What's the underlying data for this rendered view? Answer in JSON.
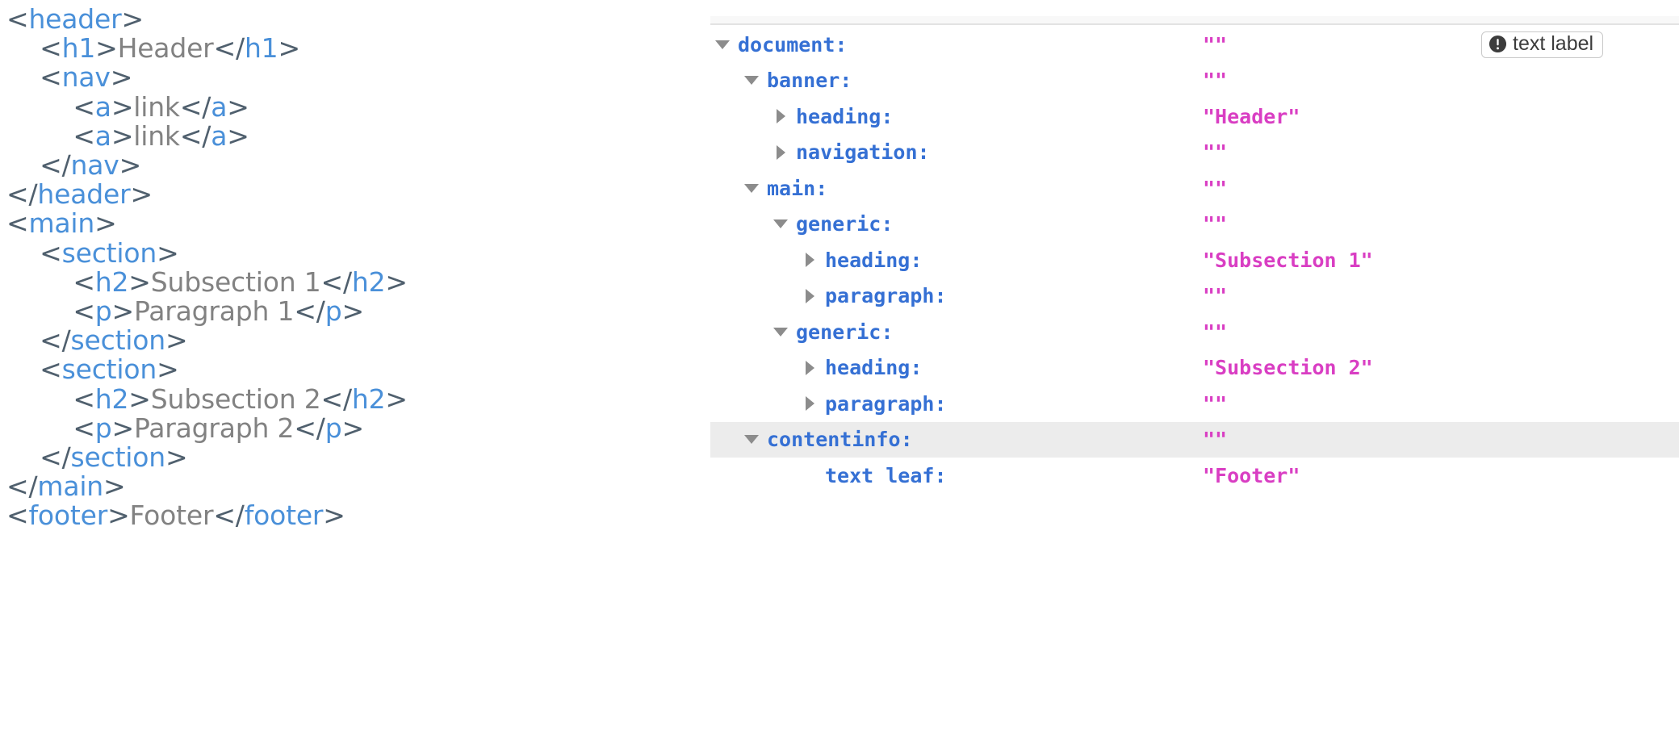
{
  "code_pane": {
    "language": "html",
    "lines": [
      [
        {
          "t": "punct",
          "s": "<"
        },
        {
          "t": "tag",
          "s": "header"
        },
        {
          "t": "punct",
          "s": ">"
        }
      ],
      [
        {
          "t": "punct",
          "s": "    <"
        },
        {
          "t": "tag",
          "s": "h1"
        },
        {
          "t": "punct",
          "s": ">"
        },
        {
          "t": "txt",
          "s": "Header"
        },
        {
          "t": "punct",
          "s": "</"
        },
        {
          "t": "tag",
          "s": "h1"
        },
        {
          "t": "punct",
          "s": ">"
        }
      ],
      [
        {
          "t": "punct",
          "s": "    <"
        },
        {
          "t": "tag",
          "s": "nav"
        },
        {
          "t": "punct",
          "s": ">"
        }
      ],
      [
        {
          "t": "punct",
          "s": "        <"
        },
        {
          "t": "tag",
          "s": "a"
        },
        {
          "t": "punct",
          "s": ">"
        },
        {
          "t": "txt",
          "s": "link"
        },
        {
          "t": "punct",
          "s": "</"
        },
        {
          "t": "tag",
          "s": "a"
        },
        {
          "t": "punct",
          "s": ">"
        }
      ],
      [
        {
          "t": "punct",
          "s": "        <"
        },
        {
          "t": "tag",
          "s": "a"
        },
        {
          "t": "punct",
          "s": ">"
        },
        {
          "t": "txt",
          "s": "link"
        },
        {
          "t": "punct",
          "s": "</"
        },
        {
          "t": "tag",
          "s": "a"
        },
        {
          "t": "punct",
          "s": ">"
        }
      ],
      [
        {
          "t": "punct",
          "s": "    </"
        },
        {
          "t": "tag",
          "s": "nav"
        },
        {
          "t": "punct",
          "s": ">"
        }
      ],
      [
        {
          "t": "punct",
          "s": "</"
        },
        {
          "t": "tag",
          "s": "header"
        },
        {
          "t": "punct",
          "s": ">"
        }
      ],
      [
        {
          "t": "punct",
          "s": "<"
        },
        {
          "t": "tag",
          "s": "main"
        },
        {
          "t": "punct",
          "s": ">"
        }
      ],
      [
        {
          "t": "punct",
          "s": "    <"
        },
        {
          "t": "tag",
          "s": "section"
        },
        {
          "t": "punct",
          "s": ">"
        }
      ],
      [
        {
          "t": "punct",
          "s": "        <"
        },
        {
          "t": "tag",
          "s": "h2"
        },
        {
          "t": "punct",
          "s": ">"
        },
        {
          "t": "txt",
          "s": "Subsection 1"
        },
        {
          "t": "punct",
          "s": "</"
        },
        {
          "t": "tag",
          "s": "h2"
        },
        {
          "t": "punct",
          "s": ">"
        }
      ],
      [
        {
          "t": "punct",
          "s": "        <"
        },
        {
          "t": "tag",
          "s": "p"
        },
        {
          "t": "punct",
          "s": ">"
        },
        {
          "t": "txt",
          "s": "Paragraph 1"
        },
        {
          "t": "punct",
          "s": "</"
        },
        {
          "t": "tag",
          "s": "p"
        },
        {
          "t": "punct",
          "s": ">"
        }
      ],
      [
        {
          "t": "punct",
          "s": "    </"
        },
        {
          "t": "tag",
          "s": "section"
        },
        {
          "t": "punct",
          "s": ">"
        }
      ],
      [
        {
          "t": "punct",
          "s": "    <"
        },
        {
          "t": "tag",
          "s": "section"
        },
        {
          "t": "punct",
          "s": ">"
        }
      ],
      [
        {
          "t": "punct",
          "s": "        <"
        },
        {
          "t": "tag",
          "s": "h2"
        },
        {
          "t": "punct",
          "s": ">"
        },
        {
          "t": "txt",
          "s": "Subsection 2"
        },
        {
          "t": "punct",
          "s": "</"
        },
        {
          "t": "tag",
          "s": "h2"
        },
        {
          "t": "punct",
          "s": ">"
        }
      ],
      [
        {
          "t": "punct",
          "s": "        <"
        },
        {
          "t": "tag",
          "s": "p"
        },
        {
          "t": "punct",
          "s": ">"
        },
        {
          "t": "txt",
          "s": "Paragraph 2"
        },
        {
          "t": "punct",
          "s": "</"
        },
        {
          "t": "tag",
          "s": "p"
        },
        {
          "t": "punct",
          "s": ">"
        }
      ],
      [
        {
          "t": "punct",
          "s": "    </"
        },
        {
          "t": "tag",
          "s": "section"
        },
        {
          "t": "punct",
          "s": ">"
        }
      ],
      [
        {
          "t": "punct",
          "s": "</"
        },
        {
          "t": "tag",
          "s": "main"
        },
        {
          "t": "punct",
          "s": ">"
        }
      ],
      [
        {
          "t": "punct",
          "s": "<"
        },
        {
          "t": "tag",
          "s": "footer"
        },
        {
          "t": "punct",
          "s": ">"
        },
        {
          "t": "txt",
          "s": "Footer"
        },
        {
          "t": "punct",
          "s": "</"
        },
        {
          "t": "tag",
          "s": "footer"
        },
        {
          "t": "punct",
          "s": ">"
        }
      ]
    ]
  },
  "a11y_tree": {
    "rows": [
      {
        "role": "document:",
        "value": "\"\"",
        "indent": 0,
        "twisty": "open",
        "selected": false,
        "badge": {
          "icon": "alert-circle-icon",
          "text": "text label"
        }
      },
      {
        "role": "banner:",
        "value": "\"\"",
        "indent": 1,
        "twisty": "open",
        "selected": false,
        "badge": null
      },
      {
        "role": "heading:",
        "value": "\"Header\"",
        "indent": 2,
        "twisty": "closed",
        "selected": false,
        "badge": null
      },
      {
        "role": "navigation:",
        "value": "\"\"",
        "indent": 2,
        "twisty": "closed",
        "selected": false,
        "badge": null
      },
      {
        "role": "main:",
        "value": "\"\"",
        "indent": 1,
        "twisty": "open",
        "selected": false,
        "badge": null
      },
      {
        "role": "generic:",
        "value": "\"\"",
        "indent": 2,
        "twisty": "open",
        "selected": false,
        "badge": null
      },
      {
        "role": "heading:",
        "value": "\"Subsection 1\"",
        "indent": 3,
        "twisty": "closed",
        "selected": false,
        "badge": null
      },
      {
        "role": "paragraph:",
        "value": "\"\"",
        "indent": 3,
        "twisty": "closed",
        "selected": false,
        "badge": null
      },
      {
        "role": "generic:",
        "value": "\"\"",
        "indent": 2,
        "twisty": "open",
        "selected": false,
        "badge": null
      },
      {
        "role": "heading:",
        "value": "\"Subsection 2\"",
        "indent": 3,
        "twisty": "closed",
        "selected": false,
        "badge": null
      },
      {
        "role": "paragraph:",
        "value": "\"\"",
        "indent": 3,
        "twisty": "closed",
        "selected": false,
        "badge": null
      },
      {
        "role": "contentinfo:",
        "value": "\"\"",
        "indent": 1,
        "twisty": "open",
        "selected": true,
        "badge": null
      },
      {
        "role": "text leaf:",
        "value": "\"Footer\"",
        "indent": 3,
        "twisty": "none",
        "selected": false,
        "badge": null
      }
    ]
  },
  "colors": {
    "code_tag": "#4a90d9",
    "code_punct": "#50606e",
    "code_text": "#828282",
    "role_blue": "#3570d4",
    "value_magenta": "#d93ec3",
    "row_selected_bg": "#ececec",
    "twisty_gray": "#8c8c8c",
    "badge_border": "#c9c9c9",
    "badge_icon": "#3c3c3c"
  }
}
